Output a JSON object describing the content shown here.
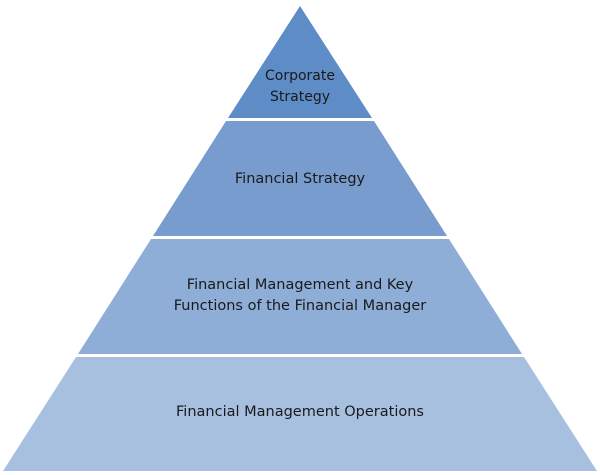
{
  "diagram": {
    "type": "pyramid",
    "layers": [
      {
        "lines": [
          "Corporate",
          "Strategy"
        ],
        "color": "#5e8cc6"
      },
      {
        "lines": [
          "Financial Strategy"
        ],
        "color": "#779ccd"
      },
      {
        "lines": [
          "Financial Management and Key",
          "Functions of the Financial Manager"
        ],
        "color": "#8eaed8"
      },
      {
        "lines": [
          "Financial Management Operations"
        ],
        "color": "#a7c0e0"
      }
    ]
  }
}
